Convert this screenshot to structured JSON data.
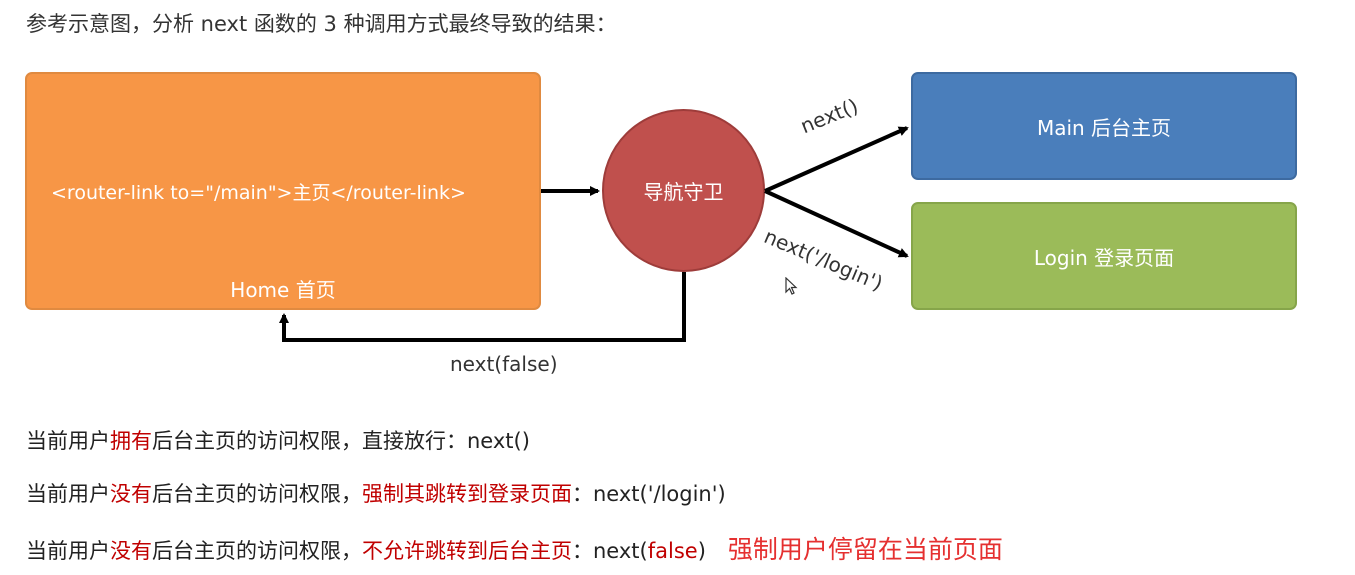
{
  "heading": "参考示意图，分析 next 函数的 3 种调用方式最终导致的结果：",
  "diagram": {
    "home": {
      "link_text": "<router-link to=\"/main\">主页</router-link>",
      "label": "Home 首页"
    },
    "guard": {
      "label": "导航守卫"
    },
    "main": {
      "label": "Main 后台主页"
    },
    "login": {
      "label": "Login 登录页面"
    },
    "edges": {
      "to_main": "next()",
      "to_login": "next('/login')",
      "back_home": "next(false)"
    }
  },
  "lines": [
    {
      "prefix": "当前用户",
      "highlight": "拥有",
      "rest": "后台主页的访问权限，直接放行：next()"
    },
    {
      "prefix": "当前用户",
      "highlight": "没有",
      "middle": "后台主页的访问权限，",
      "highlight2": "强制其跳转到登录页面",
      "rest": "：next('/login')"
    },
    {
      "prefix": "当前用户",
      "highlight": "没有",
      "middle": "后台主页的访问权限，",
      "highlight2": "不允许跳转到后台主页",
      "rest": "：next(",
      "code": "false",
      "end": ")",
      "note": "强制用户停留在当前页面"
    }
  ],
  "colors": {
    "home": "#f79646",
    "guard": "#c0504d",
    "main": "#4a7ebb",
    "login": "#9bbb59",
    "highlight": "#c00000",
    "note": "#e53030"
  }
}
